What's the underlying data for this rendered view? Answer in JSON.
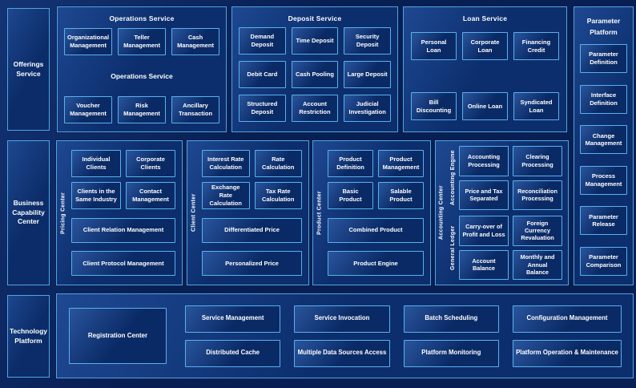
{
  "diagram": {
    "colors": {
      "background": "#081f54",
      "panel_fill": "#0c2e6d",
      "box_fill": "#0a2a66",
      "border_light_blue": "#58b1ec",
      "text": "#ffffff"
    },
    "offerings": {
      "label": "Offerings Service",
      "operations": {
        "title": "Operations Service",
        "subtitle": "Operations Service",
        "row1": [
          "Organizational Management",
          "Teller Management",
          "Cash Management"
        ],
        "row2": [
          "Voucher Management",
          "Risk Management",
          "Ancillary Transaction"
        ]
      },
      "deposit": {
        "title": "Deposit Service",
        "items": [
          "Demand Deposit",
          "Time Deposit",
          "Security Deposit",
          "Debit Card",
          "Cash Pooling",
          "Large Deposit",
          "Structured Deposit",
          "Account Restriction",
          "Judicial Investigation"
        ]
      },
      "loan": {
        "title": "Loan Service",
        "row1": [
          "Personal Loan",
          "Corporate Loan",
          "Financing Credit"
        ],
        "row2": [
          "Bill Discounting",
          "Online Loan",
          "Syndicated Loan"
        ]
      }
    },
    "parameter_platform": {
      "title": "Parameter Platform",
      "items": [
        "Parameter Definition",
        "Interface Definition",
        "Change Management",
        "Process Management",
        "Parameter Release",
        "Parameter Comparison"
      ]
    },
    "business": {
      "label": "Business Capability Center",
      "pricing": {
        "label": "Pricing Center",
        "grid": [
          "Individual Clients",
          "Corporate Clients",
          "Clients in the Same Industry",
          "Contact Management"
        ],
        "wide": [
          "Client Relation Management",
          "Client Protocol Management"
        ]
      },
      "client": {
        "label": "Client Center",
        "grid": [
          "Interest Rate Calculation",
          "Rate Calculation",
          "Exchange Rate Calculation",
          "Tax Rate Calculation"
        ],
        "wide": [
          "Differentiated Price",
          "Personalized Price"
        ]
      },
      "product": {
        "label": "Product Center",
        "grid": [
          "Product Definition",
          "Product Management",
          "Basic Product",
          "Salable Product"
        ],
        "wide": [
          "Combined Product",
          "Product Engine"
        ]
      },
      "accounting": {
        "label": "Accounting Center",
        "engine": {
          "label": "Accounting Engine",
          "items": [
            "Accounting Processing",
            "Clearing Processing",
            "Price and Tax Separated",
            "Reconciliation Processing"
          ]
        },
        "ledger": {
          "label": "General Ledger",
          "items": [
            "Carry-over of Profit and Loss",
            "Foreign Currency Revaluation",
            "Account Balance",
            "Monthly and Annual Balance"
          ]
        }
      }
    },
    "technology": {
      "label": "Technology Platform",
      "registration": "Registration Center",
      "row1": [
        "Service Management",
        "Service Invocation",
        "Batch Scheduling",
        "Configuration Management"
      ],
      "row2": [
        "Distributed Cache",
        "Multiple Data Sources Access",
        "Platform Monitoring",
        "Platform Operation & Maintenance"
      ]
    }
  }
}
